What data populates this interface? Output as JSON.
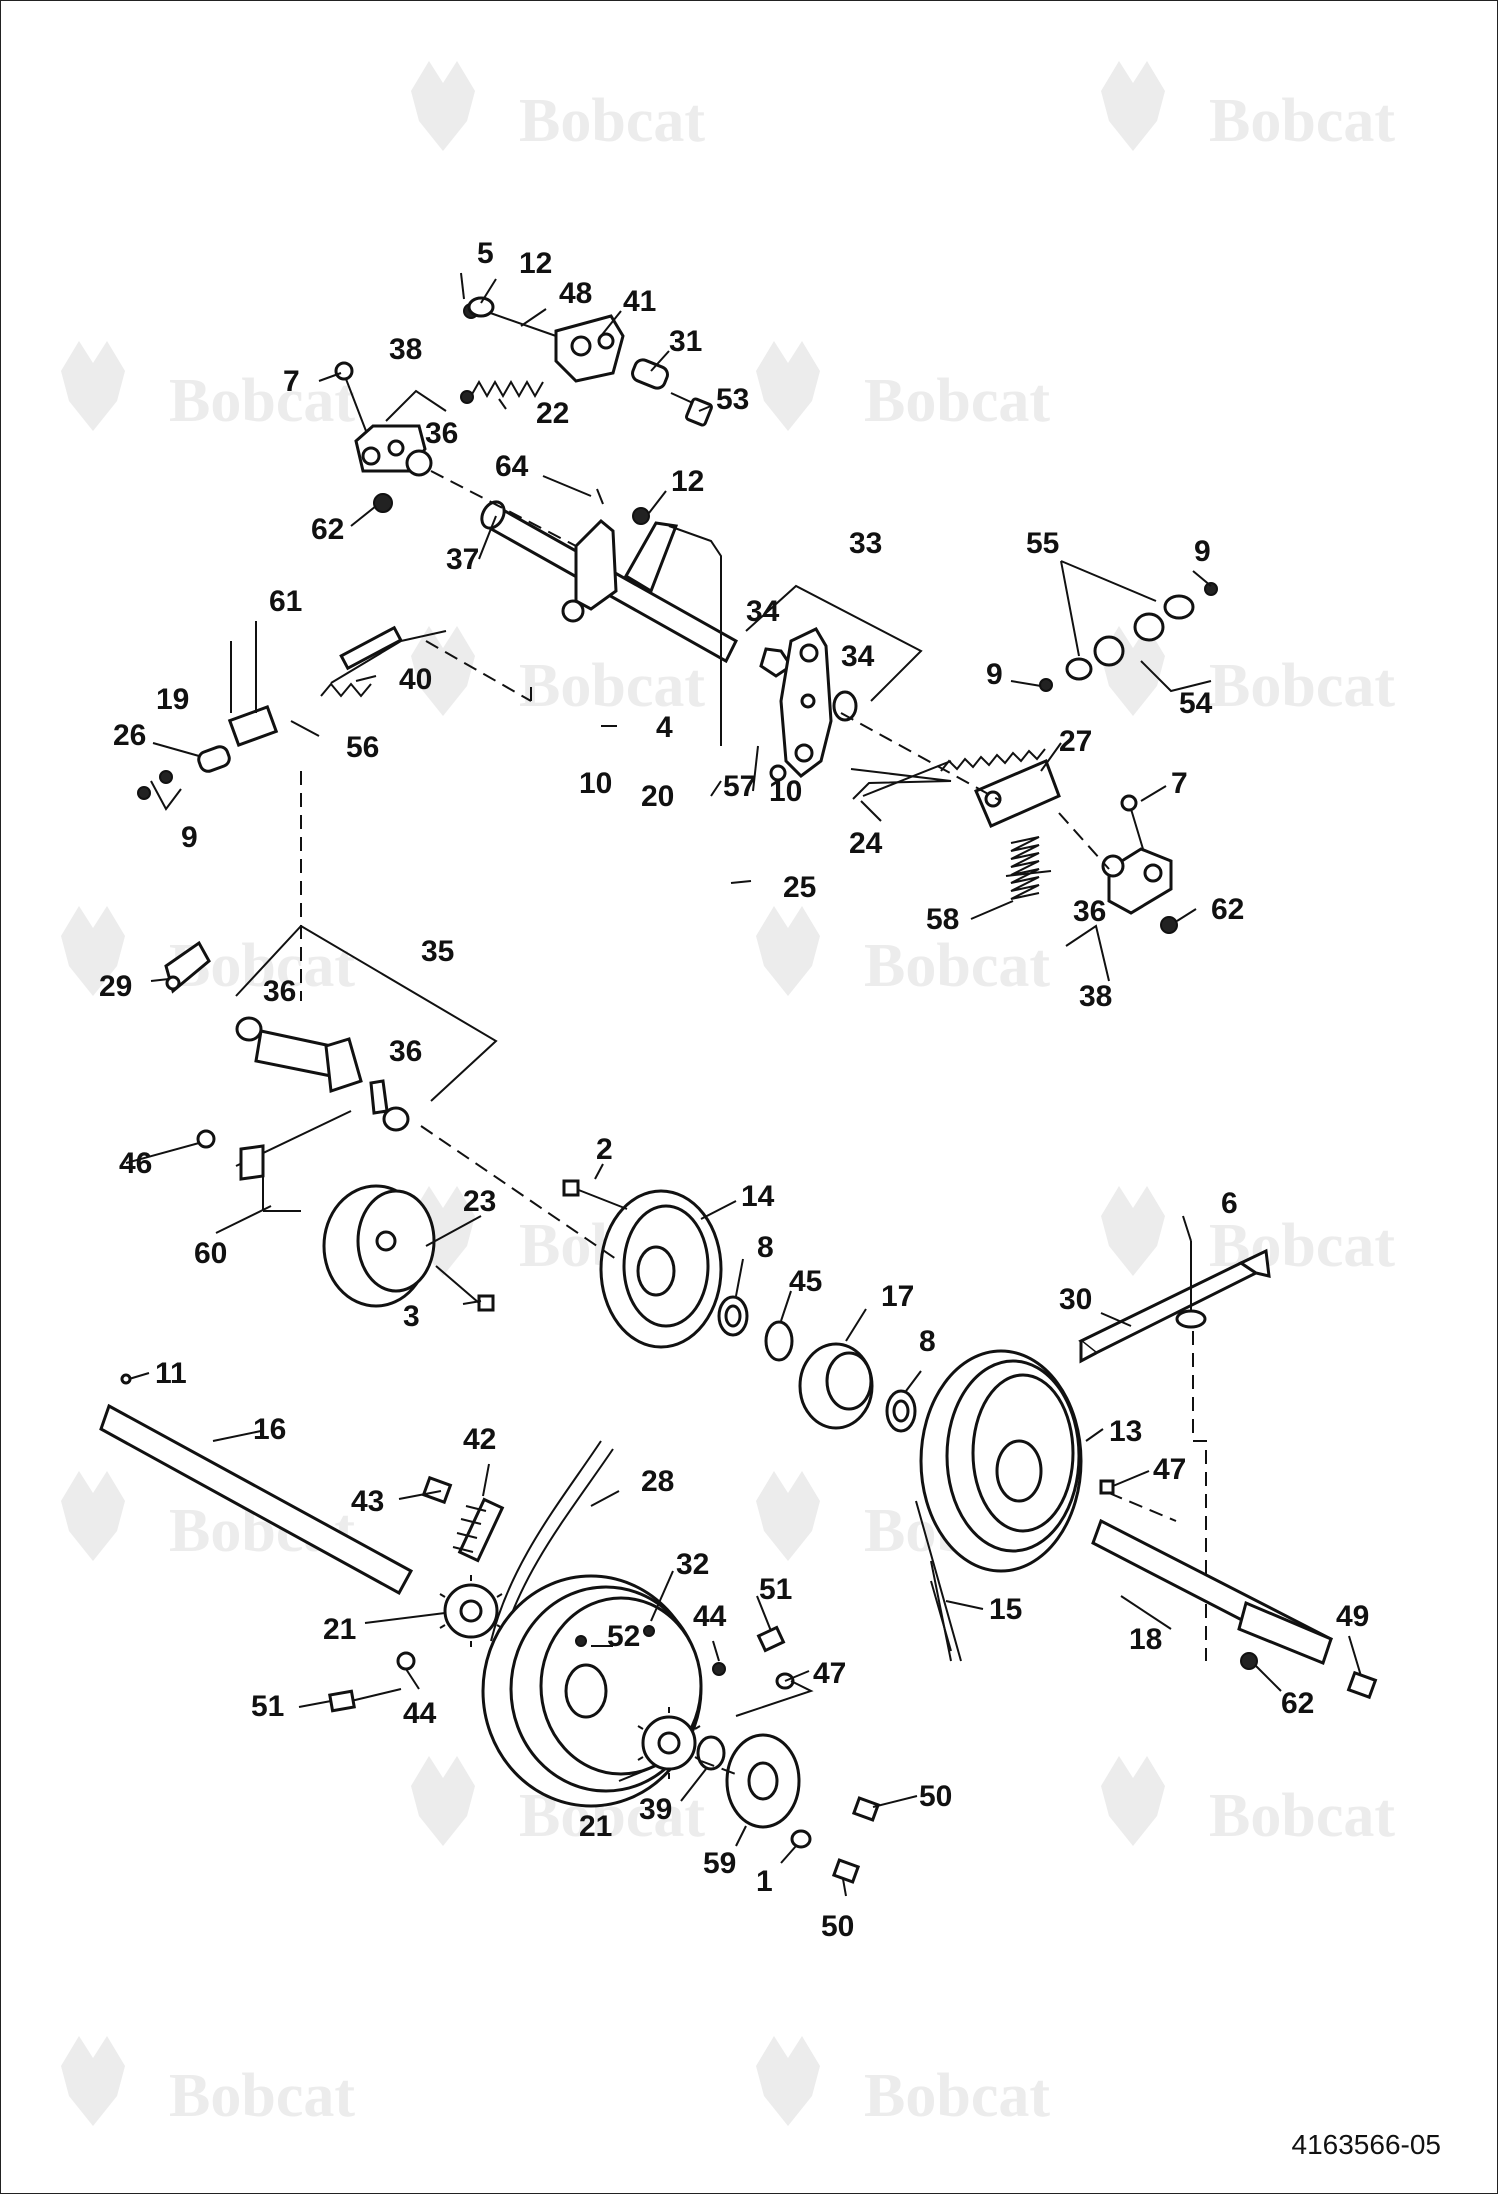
{
  "document_number": "4163566-05",
  "watermark": {
    "text": "Bobcat",
    "color": "#e6e6e6"
  },
  "callouts": [
    {
      "id": "c5",
      "text": "5"
    },
    {
      "id": "c12a",
      "text": "12"
    },
    {
      "id": "c48",
      "text": "48"
    },
    {
      "id": "c41",
      "text": "41"
    },
    {
      "id": "c38a",
      "text": "38"
    },
    {
      "id": "c7a",
      "text": "7"
    },
    {
      "id": "c31",
      "text": "31"
    },
    {
      "id": "c22",
      "text": "22"
    },
    {
      "id": "c53",
      "text": "53"
    },
    {
      "id": "c36a",
      "text": "36"
    },
    {
      "id": "c64",
      "text": "64"
    },
    {
      "id": "c12b",
      "text": "12"
    },
    {
      "id": "c62a",
      "text": "62"
    },
    {
      "id": "c37",
      "text": "37"
    },
    {
      "id": "c33",
      "text": "33"
    },
    {
      "id": "c55",
      "text": "55"
    },
    {
      "id": "c9a",
      "text": "9"
    },
    {
      "id": "c61",
      "text": "61"
    },
    {
      "id": "c34a",
      "text": "34"
    },
    {
      "id": "c34b",
      "text": "34"
    },
    {
      "id": "c40",
      "text": "40"
    },
    {
      "id": "c9b",
      "text": "9"
    },
    {
      "id": "c54",
      "text": "54"
    },
    {
      "id": "c19",
      "text": "19"
    },
    {
      "id": "c4",
      "text": "4"
    },
    {
      "id": "c26",
      "text": "26"
    },
    {
      "id": "c56",
      "text": "56"
    },
    {
      "id": "c27",
      "text": "27"
    },
    {
      "id": "c10a",
      "text": "10"
    },
    {
      "id": "c57",
      "text": "57"
    },
    {
      "id": "c10b",
      "text": "10"
    },
    {
      "id": "c7b",
      "text": "7"
    },
    {
      "id": "c20",
      "text": "20"
    },
    {
      "id": "c24",
      "text": "24"
    },
    {
      "id": "c9c",
      "text": "9"
    },
    {
      "id": "c25",
      "text": "25"
    },
    {
      "id": "c36b",
      "text": "36"
    },
    {
      "id": "c62b",
      "text": "62"
    },
    {
      "id": "c58",
      "text": "58"
    },
    {
      "id": "c35",
      "text": "35"
    },
    {
      "id": "c38b",
      "text": "38"
    },
    {
      "id": "c29",
      "text": "29"
    },
    {
      "id": "c36c",
      "text": "36"
    },
    {
      "id": "c36d",
      "text": "36"
    },
    {
      "id": "c2",
      "text": "2"
    },
    {
      "id": "c46",
      "text": "46"
    },
    {
      "id": "c14",
      "text": "14"
    },
    {
      "id": "c6",
      "text": "6"
    },
    {
      "id": "c23",
      "text": "23"
    },
    {
      "id": "c8a",
      "text": "8"
    },
    {
      "id": "c60",
      "text": "60"
    },
    {
      "id": "c45",
      "text": "45"
    },
    {
      "id": "c30",
      "text": "30"
    },
    {
      "id": "c17",
      "text": "17"
    },
    {
      "id": "c3",
      "text": "3"
    },
    {
      "id": "c8b",
      "text": "8"
    },
    {
      "id": "c11",
      "text": "11"
    },
    {
      "id": "c16",
      "text": "16"
    },
    {
      "id": "c13",
      "text": "13"
    },
    {
      "id": "c42",
      "text": "42"
    },
    {
      "id": "c47a",
      "text": "47"
    },
    {
      "id": "c43",
      "text": "43"
    },
    {
      "id": "c28",
      "text": "28"
    },
    {
      "id": "c32",
      "text": "32"
    },
    {
      "id": "c15",
      "text": "15"
    },
    {
      "id": "c51a",
      "text": "51"
    },
    {
      "id": "c49",
      "text": "49"
    },
    {
      "id": "c44a",
      "text": "44"
    },
    {
      "id": "c21a",
      "text": "21"
    },
    {
      "id": "c52",
      "text": "52"
    },
    {
      "id": "c18",
      "text": "18"
    },
    {
      "id": "c47b",
      "text": "47"
    },
    {
      "id": "c51b",
      "text": "51"
    },
    {
      "id": "c44b",
      "text": "44"
    },
    {
      "id": "c62c",
      "text": "62"
    },
    {
      "id": "c50a",
      "text": "50"
    },
    {
      "id": "c21b",
      "text": "21"
    },
    {
      "id": "c39",
      "text": "39"
    },
    {
      "id": "c59",
      "text": "59"
    },
    {
      "id": "c1",
      "text": "1"
    },
    {
      "id": "c50b",
      "text": "50"
    }
  ]
}
